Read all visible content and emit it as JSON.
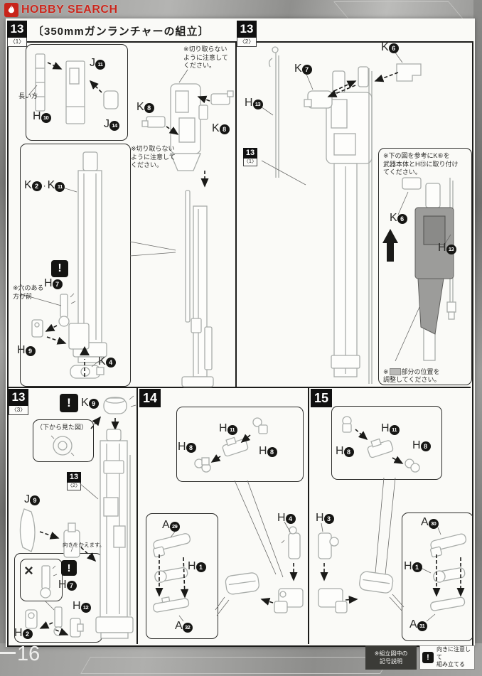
{
  "header": {
    "logo_text": "HOBBY SEARCH"
  },
  "title": "〔350mmガンランチャーの組立〕",
  "badges": {
    "s13_1": {
      "num": "13",
      "sub": "〈1〉"
    },
    "s13_2": {
      "num": "13",
      "sub": "〈2〉"
    },
    "s13_3": {
      "num": "13",
      "sub": "〈3〉"
    },
    "s14": {
      "num": "14"
    },
    "s15": {
      "num": "15"
    },
    "ref13_1": {
      "num": "13",
      "sub": "〈1〉"
    },
    "ref13_2": {
      "num": "13",
      "sub": "〈2〉"
    }
  },
  "symbols": {
    "warning": "!",
    "x": "×",
    "dot": "·"
  },
  "parts": {
    "j11": {
      "letter": "J",
      "num": "11"
    },
    "h10": {
      "letter": "H",
      "num": "10"
    },
    "j14": {
      "letter": "J",
      "num": "14"
    },
    "k8": {
      "letter": "K",
      "num": "8"
    },
    "k2": {
      "letter": "K",
      "num": "2"
    },
    "k11": {
      "letter": "K",
      "num": "11"
    },
    "h7": {
      "letter": "H",
      "num": "7"
    },
    "h9": {
      "letter": "H",
      "num": "9"
    },
    "k4": {
      "letter": "K",
      "num": "4"
    },
    "h13": {
      "letter": "H",
      "num": "13"
    },
    "k7": {
      "letter": "K",
      "num": "7"
    },
    "k6": {
      "letter": "K",
      "num": "6"
    },
    "k9": {
      "letter": "K",
      "num": "9"
    },
    "j9": {
      "letter": "J",
      "num": "9"
    },
    "h12": {
      "letter": "H",
      "num": "12"
    },
    "h2": {
      "letter": "H",
      "num": "2"
    },
    "h11": {
      "letter": "H",
      "num": "11"
    },
    "h8": {
      "letter": "H",
      "num": "8"
    },
    "h4": {
      "letter": "H",
      "num": "4"
    },
    "h1": {
      "letter": "H",
      "num": "1"
    },
    "a29": {
      "letter": "A",
      "num": "29"
    },
    "a32": {
      "letter": "A",
      "num": "32"
    },
    "h3": {
      "letter": "H",
      "num": "3"
    },
    "a30": {
      "letter": "A",
      "num": "30"
    },
    "a31": {
      "letter": "A",
      "num": "31"
    }
  },
  "notes": {
    "cut": "※切り取らない\nように注意して\nください。",
    "long_side": "長い方",
    "hole_front": "※穴のある\n方が前",
    "view_from_below": "（下から見た図）",
    "attach_k6": "※下の図を参考にK⑥を\n武器本体とH⑬に取り付け\nてください。",
    "adjust_prefix": "※",
    "adjust_suffix": "部分の位置を\n調整してください。",
    "orientation": "向きをかえます。"
  },
  "footer": {
    "page_number": "16",
    "legend_title": "※組立図中の\n記号説明",
    "legend_warning": "向きに注意して\n組み立てる"
  }
}
